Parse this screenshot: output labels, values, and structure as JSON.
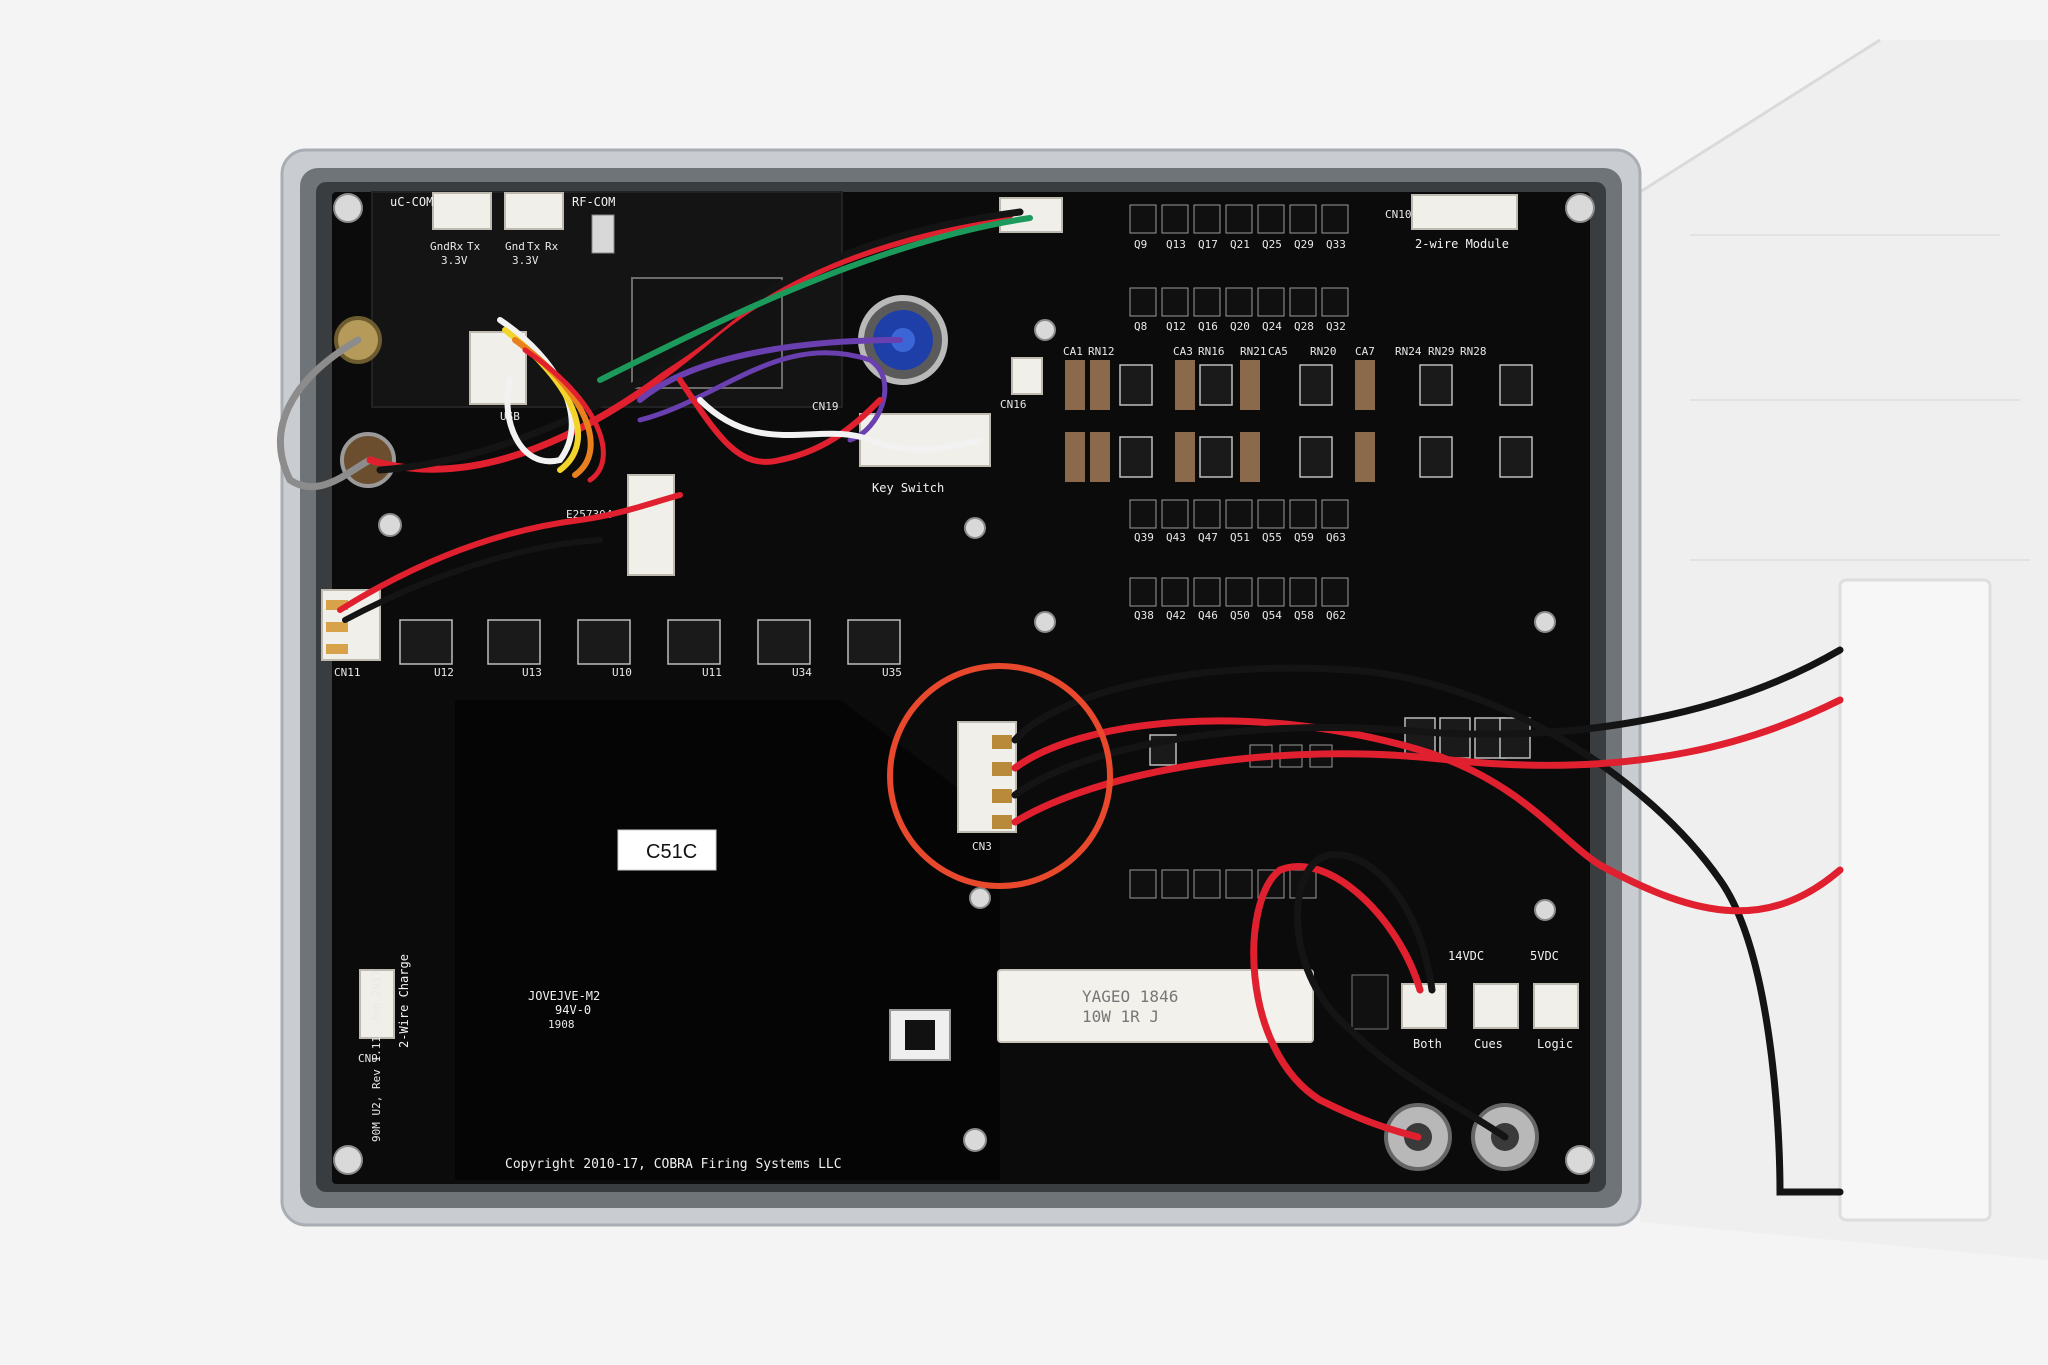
{
  "scene": {
    "background_color": "#f4f4f4",
    "board_color": "#0b0b0b",
    "highlight_color": "#e8482b",
    "wire_colors": {
      "red": "#e0202e",
      "black": "#141414",
      "green": "#1b9a5b",
      "purple": "#6a3fb0",
      "white": "#f2f2f2",
      "orange": "#e8801e",
      "yellow": "#f2d42a",
      "gray": "#8c8c8c"
    }
  },
  "board": {
    "connectors": {
      "uc_com": "uC-COM",
      "rf_com": "RF-COM",
      "two_wire_module": "2-wire Module",
      "key_switch": "Key Switch",
      "usb": "USB",
      "cn3": "CN3",
      "cn9": "CN9",
      "cn11": "CN11",
      "cn10": "CN10",
      "cn19": "CN19",
      "cn16": "CN16",
      "two_wire_charge": "2-Wire Charge"
    },
    "pin_labels": [
      "Gnd",
      "Rx",
      "Tx",
      "3.3V"
    ],
    "pin_labels_rf": [
      "Gnd",
      "Tx",
      "Rx",
      "3.3V"
    ],
    "terminals": {
      "both": "Both",
      "cues": "Cues",
      "logic": "Logic",
      "v_left": "14VDC",
      "v_right": "5VDC"
    },
    "chip_label": "C51C",
    "resistor_lines": [
      "YAGEO  1846",
      "10W  1R  J"
    ],
    "revision": "90M U2, Rev 1.11, Jan 2017",
    "copyright": "Copyright 2010-17, COBRA Firing Systems LLC",
    "marking_lines": [
      "JOVEJVE-M2",
      "94V-0",
      "1908"
    ],
    "small_mark": "E257304",
    "top_q_row": [
      "Q9",
      "Q13",
      "Q17",
      "Q21",
      "Q25",
      "Q29",
      "Q33"
    ],
    "mid_q_row": [
      "Q8",
      "Q12",
      "Q16",
      "Q20",
      "Q24",
      "Q28",
      "Q32"
    ],
    "low_q_row": [
      "Q39",
      "Q43",
      "Q47",
      "Q51",
      "Q55",
      "Q59",
      "Q63"
    ],
    "low_q_row2": [
      "Q38",
      "Q42",
      "Q46",
      "Q50",
      "Q54",
      "Q58",
      "Q62"
    ],
    "rn_row": [
      "CA1",
      "RN12",
      "CA3",
      "RN16",
      "RN21",
      "CA5",
      "RN20",
      "CA7",
      "RN24",
      "RN29",
      "RN28"
    ],
    "u_row": [
      "U12",
      "U13",
      "U10",
      "U11",
      "U34",
      "U35"
    ]
  }
}
